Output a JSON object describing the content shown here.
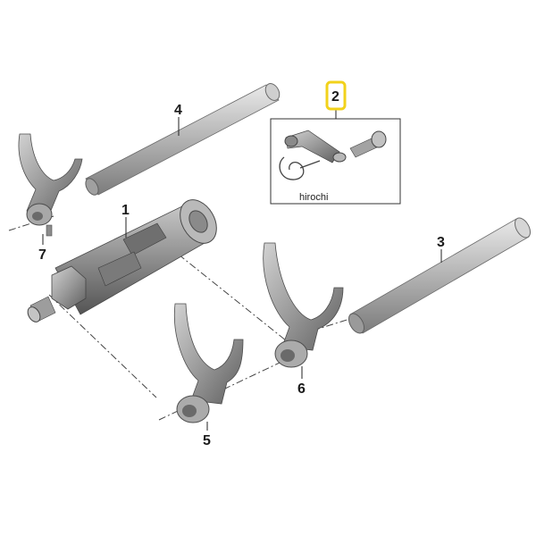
{
  "diagram": {
    "parts": [
      {
        "number": "1",
        "part": "shift-drum"
      },
      {
        "number": "2",
        "part": "detent-lever-kit"
      },
      {
        "number": "3",
        "part": "shift-fork-shaft-long"
      },
      {
        "number": "4",
        "part": "shift-fork-shaft-upper"
      },
      {
        "number": "5",
        "part": "shift-fork-lower"
      },
      {
        "number": "6",
        "part": "shift-fork-right"
      },
      {
        "number": "7",
        "part": "shift-fork-left"
      }
    ],
    "highlight_color": "#f2d21b",
    "watermark": "hirochi"
  }
}
